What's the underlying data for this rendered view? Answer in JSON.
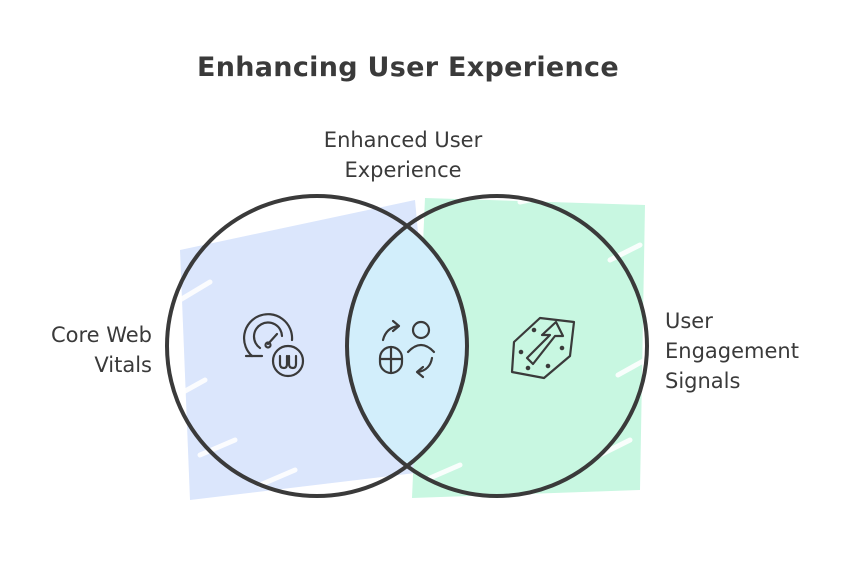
{
  "title": "Enhancing User Experience",
  "intersection_label": {
    "lines": [
      "Enhanced User",
      "Experience"
    ]
  },
  "sets": [
    {
      "id": "core-web-vitals",
      "lines": [
        "Core Web",
        "Vitals"
      ],
      "fill": "#dbe6fc",
      "icon": "speedometer-icon"
    },
    {
      "id": "user-engagement-signals",
      "lines": [
        "User",
        "Engagement",
        "Signals"
      ],
      "fill": "#c8f7e1",
      "icon": "trending-arrow-icon"
    }
  ],
  "intersection": {
    "fill": "#d2eefb",
    "icon": "user-interaction-icon"
  },
  "colors": {
    "stroke": "#3a3a3a",
    "text": "#3a3a3a",
    "background": "#ffffff"
  }
}
